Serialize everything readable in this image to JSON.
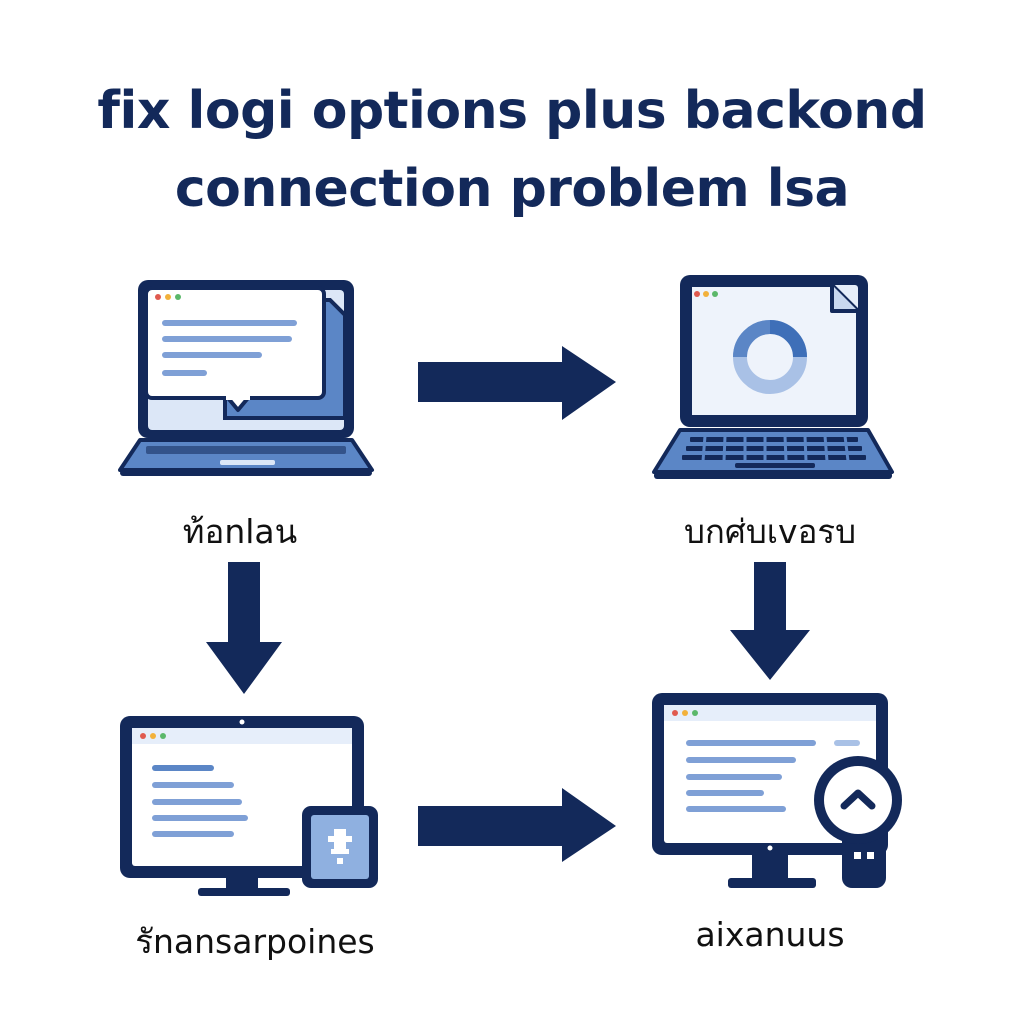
{
  "title": {
    "line1": "fix logi options plus backond",
    "line2": "connection problem lsa"
  },
  "steps": [
    {
      "label": "ท้อnlaน",
      "icon": "laptop-chat-icon"
    },
    {
      "label": "บกศ่บเvอรบ",
      "icon": "laptop-loading-icon"
    },
    {
      "label": "รัnansarpoines",
      "icon": "desktop-tablet-icon"
    },
    {
      "label": "aixanuus",
      "icon": "desktop-usb-check-icon"
    }
  ],
  "colors": {
    "navy": "#13295a",
    "blue": "#5b86c6",
    "light_blue": "#a9c1e6",
    "pale": "#e6eefa",
    "white": "#ffffff"
  }
}
